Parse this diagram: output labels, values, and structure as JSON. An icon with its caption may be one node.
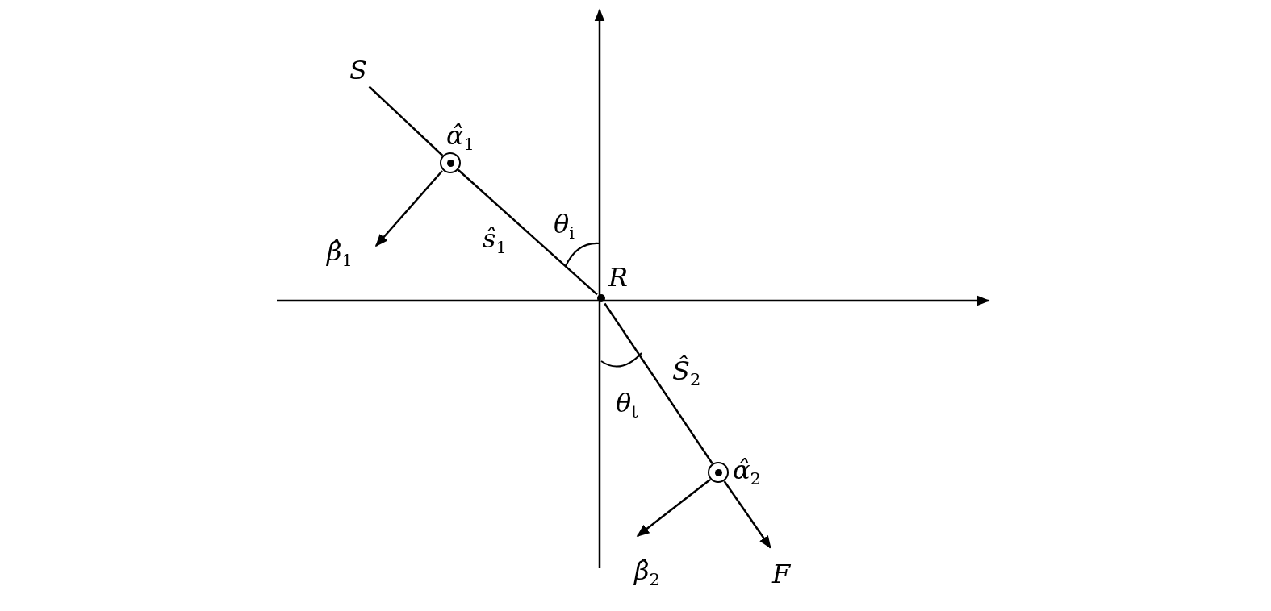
{
  "diagram": {
    "nodes": [
      {
        "text": [
          "*S*"
        ]
      },
      {
        "text": [],
        "shape": "circle",
        "beside": [
          "*α̂*$_{1}$"
        ]
      },
      {
        "text": [
          "*R*"
        ]
      },
      {
        "text": [],
        "shape": "circle",
        "beside": [
          "*α̂*$_{2}$"
        ]
      },
      {
        "text": [
          "*F*"
        ]
      }
    ],
    "edges": [
      {
        "from": 0,
        "to": 1,
        "arrow": "none"
      },
      {
        "from": 1,
        "to": 2,
        "arrow": "none",
        "label": "*ŝ*$_{1}$"
      },
      {
        "from": 2,
        "to": 3,
        "arrow": "none",
        "label": "*Ŝ*$_{2}$"
      },
      {
        "from": 3,
        "to": 4,
        "arrow": "to"
      }
    ],
    "labels": [
      "*θ*$_{i}$",
      "*β̂*$_{1}$",
      "*θ*$_{t}$",
      "*β̂*$_{2}$"
    ]
  }
}
